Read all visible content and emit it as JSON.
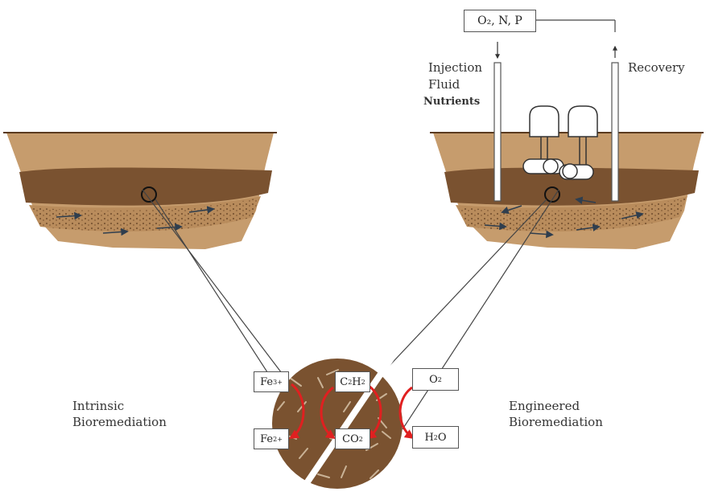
{
  "labels": {
    "top_box": "O₂, N, P",
    "injection_line1": "Injection",
    "injection_line2": "Fluid",
    "nutrients": "Nutrients",
    "recovery": "Recovery",
    "intrinsic_line1": "Intrinsic",
    "intrinsic_line2": "Bioremediation",
    "engineered_line1": "Engineered",
    "engineered_line2": "Bioremediation"
  },
  "species": {
    "fe3": {
      "base": "Fe",
      "sup": "3+"
    },
    "fe2": {
      "base": "Fe",
      "sup": "2+"
    },
    "c2h2": {
      "p1": "C",
      "s1": "2",
      "p2": "H",
      "s2": "2"
    },
    "co2": {
      "p1": "CO",
      "s1": "2"
    },
    "o2": {
      "p1": "O",
      "s1": "2"
    },
    "h2o": {
      "p1": "H",
      "s1": "2",
      "p2": "O"
    }
  },
  "colors": {
    "soil_light": "#c69c6d",
    "soil_dark": "#7a5230",
    "soil_mid": "#a67c52",
    "ground_line": "#5a3a1f",
    "arrow": "#2f3e4e",
    "reaction_arrow": "#e02020",
    "line": "#444444"
  }
}
